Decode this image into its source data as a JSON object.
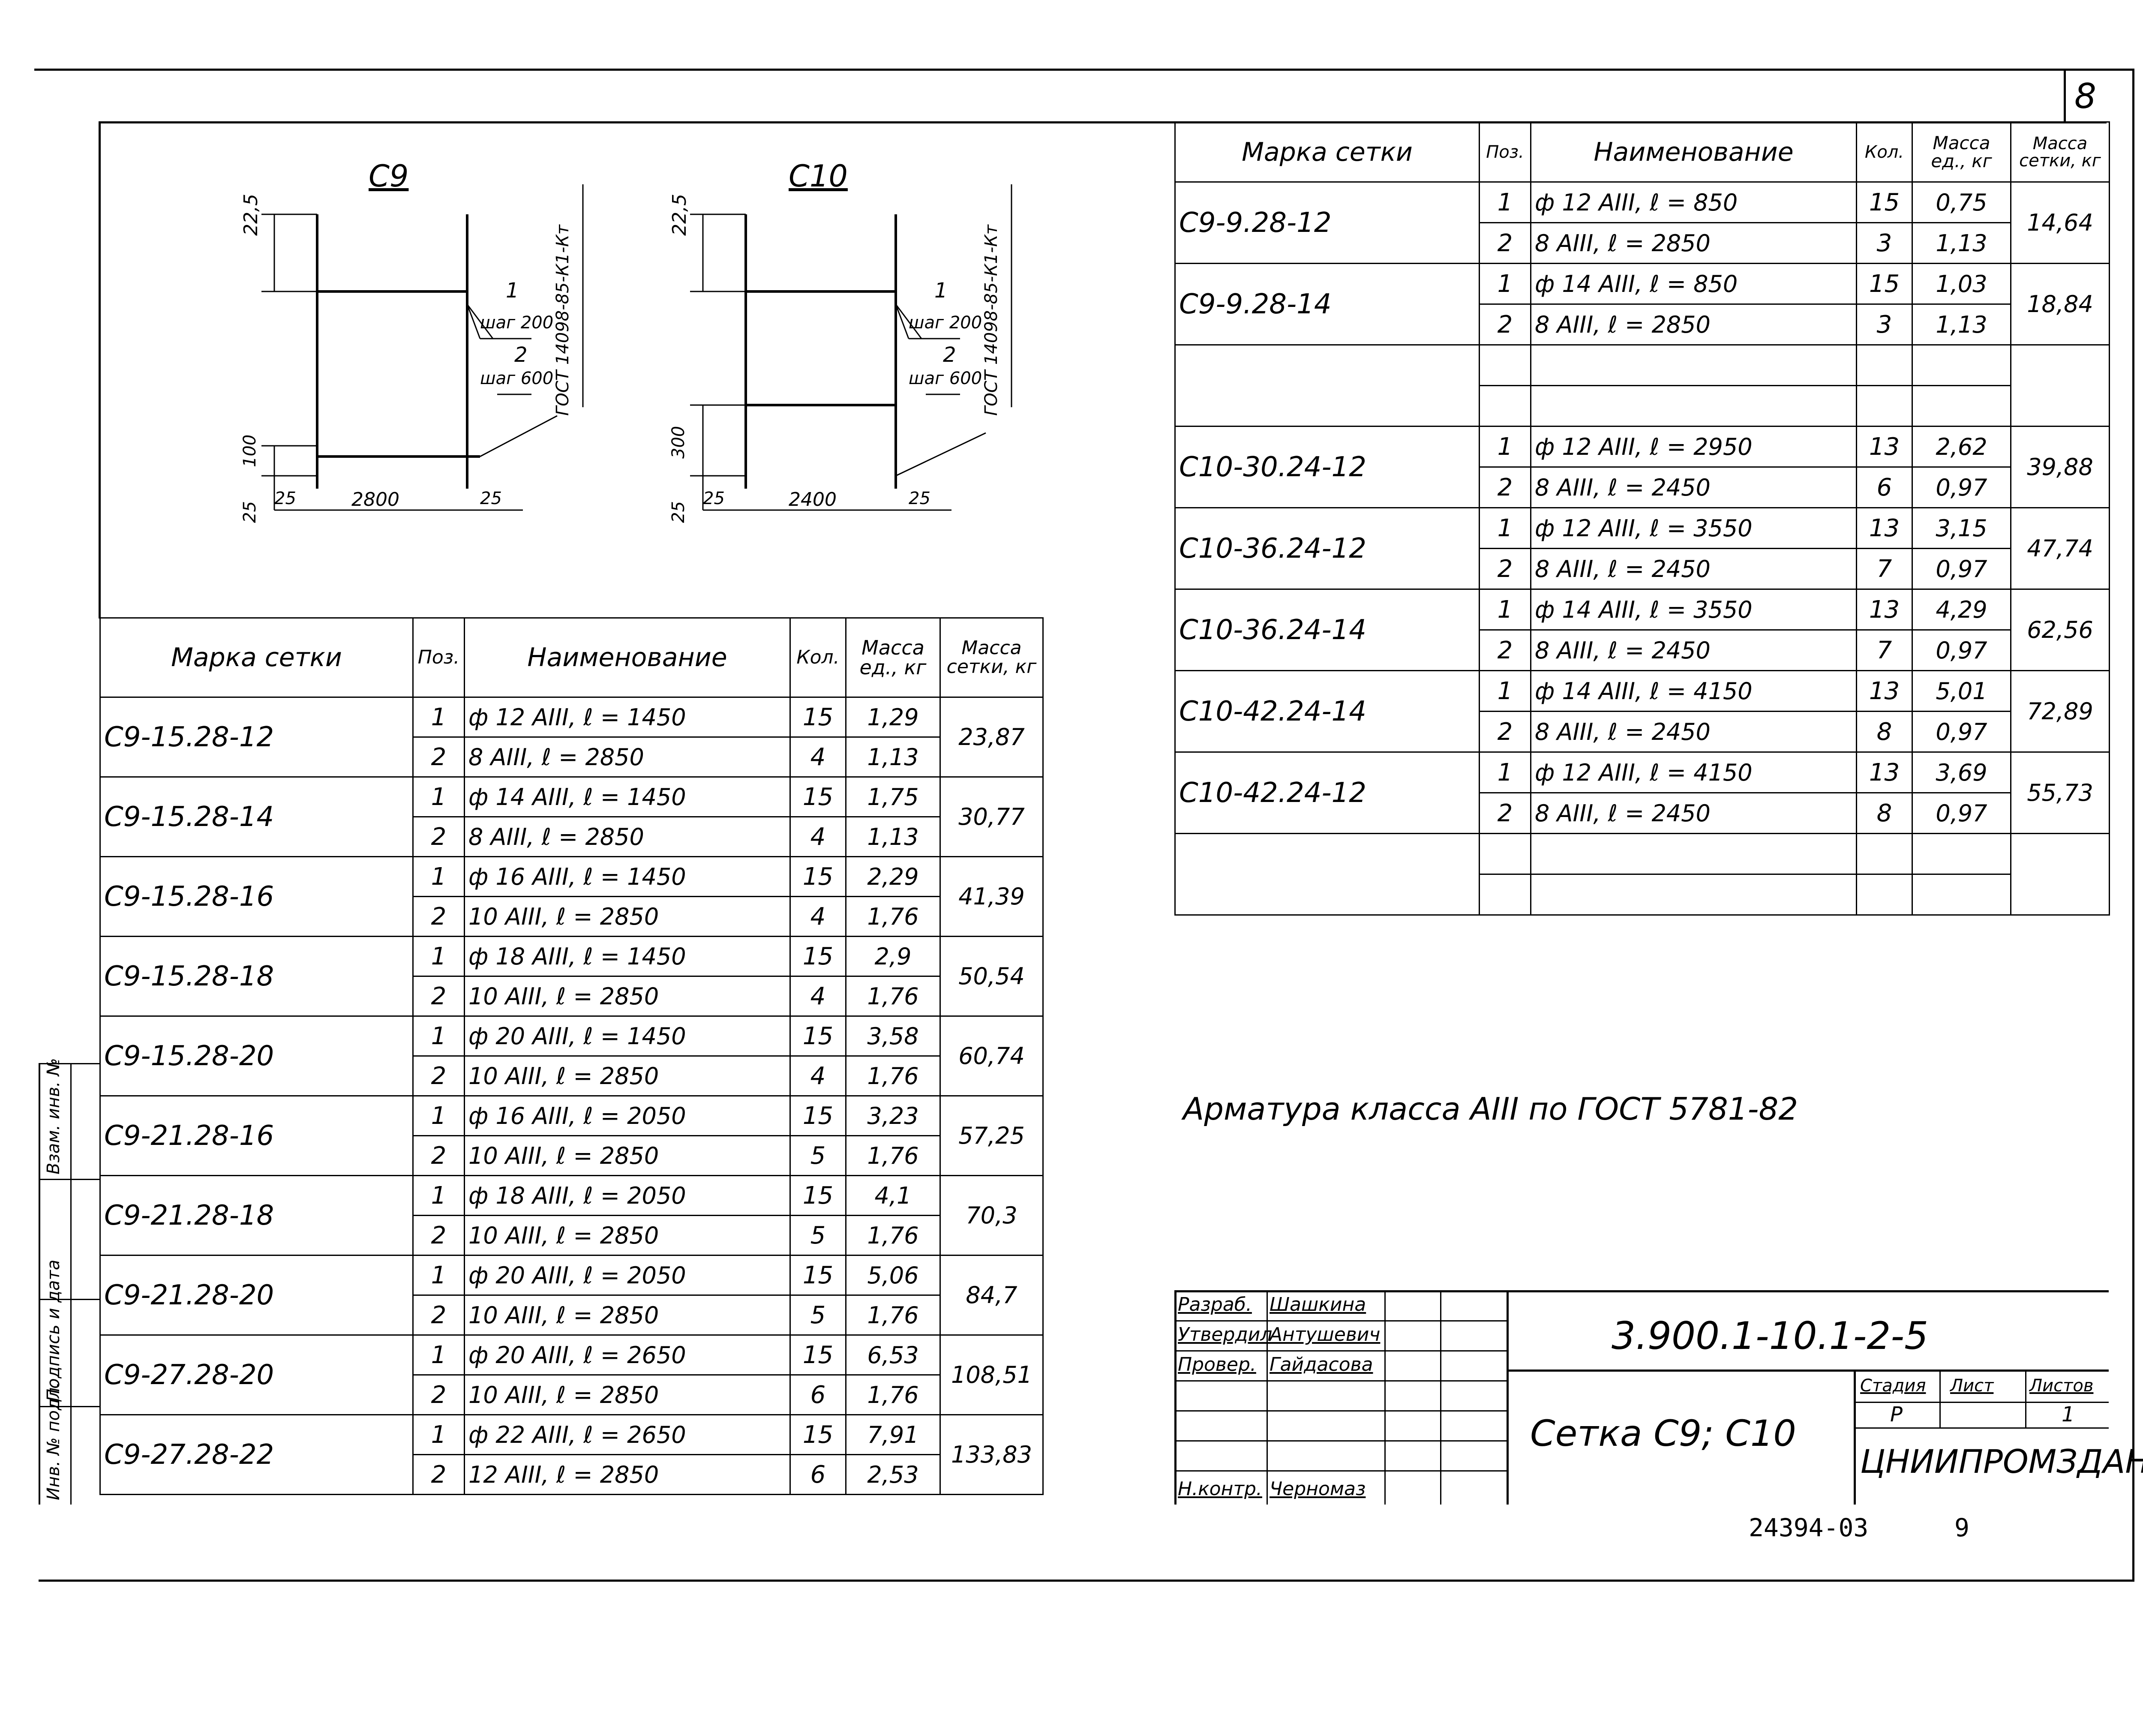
{
  "sheet": {
    "sheet_number": "8",
    "footer_code": "24394-03",
    "footer_page": "9"
  },
  "diagrams": {
    "c9": {
      "title": "С9",
      "dim_top": "22,5",
      "dim_bottom": "100",
      "dim_bottom2": "25",
      "dim_left": "25",
      "dim_width": "2800",
      "dim_right": "25",
      "label_1": "1",
      "label_1_step": "шаг 200",
      "label_2": "2",
      "label_2_step": "шаг 600",
      "gost": "ГОСТ 14098-85-К1-Кт"
    },
    "c10": {
      "title": "С10",
      "dim_top": "22,5",
      "dim_bottom": "300",
      "dim_bottom2": "25",
      "dim_left": "25",
      "dim_width": "2400",
      "dim_right": "25",
      "label_1": "1",
      "label_1_step": "шаг 200",
      "label_2": "2",
      "label_2_step": "шаг 600",
      "gost": "ГОСТ 14098-85-К1-Кт"
    }
  },
  "table_headers": {
    "mark": "Марка сетки",
    "pos": "Поз.",
    "name": "Наименование",
    "qty": "Кол.",
    "mass_unit": "Масса ед., кг",
    "mass_net": "Масса сетки, кг"
  },
  "left_table": [
    {
      "mark": "С9-15.28-12",
      "rows": [
        {
          "pos": "1",
          "name": "ф 12 АIII, ℓ = 1450",
          "qty": "15",
          "mu": "1,29"
        },
        {
          "pos": "2",
          "name": "8 АIII, ℓ = 2850",
          "qty": "4",
          "mu": "1,13"
        }
      ],
      "mass": "23,87"
    },
    {
      "mark": "С9-15.28-14",
      "rows": [
        {
          "pos": "1",
          "name": "ф 14 АIII, ℓ = 1450",
          "qty": "15",
          "mu": "1,75"
        },
        {
          "pos": "2",
          "name": "8 АIII, ℓ = 2850",
          "qty": "4",
          "mu": "1,13"
        }
      ],
      "mass": "30,77"
    },
    {
      "mark": "С9-15.28-16",
      "rows": [
        {
          "pos": "1",
          "name": "ф 16 АIII, ℓ = 1450",
          "qty": "15",
          "mu": "2,29"
        },
        {
          "pos": "2",
          "name": "10 АIII, ℓ = 2850",
          "qty": "4",
          "mu": "1,76"
        }
      ],
      "mass": "41,39"
    },
    {
      "mark": "С9-15.28-18",
      "rows": [
        {
          "pos": "1",
          "name": "ф 18 АIII, ℓ = 1450",
          "qty": "15",
          "mu": "2,9"
        },
        {
          "pos": "2",
          "name": "10 АIII, ℓ = 2850",
          "qty": "4",
          "mu": "1,76"
        }
      ],
      "mass": "50,54"
    },
    {
      "mark": "С9-15.28-20",
      "rows": [
        {
          "pos": "1",
          "name": "ф 20 АIII, ℓ = 1450",
          "qty": "15",
          "mu": "3,58"
        },
        {
          "pos": "2",
          "name": "10 АIII, ℓ = 2850",
          "qty": "4",
          "mu": "1,76"
        }
      ],
      "mass": "60,74"
    },
    {
      "mark": "С9-21.28-16",
      "rows": [
        {
          "pos": "1",
          "name": "ф 16 АIII, ℓ = 2050",
          "qty": "15",
          "mu": "3,23"
        },
        {
          "pos": "2",
          "name": "10 АIII, ℓ = 2850",
          "qty": "5",
          "mu": "1,76"
        }
      ],
      "mass": "57,25"
    },
    {
      "mark": "С9-21.28-18",
      "rows": [
        {
          "pos": "1",
          "name": "ф 18 АIII, ℓ = 2050",
          "qty": "15",
          "mu": "4,1"
        },
        {
          "pos": "2",
          "name": "10 АIII, ℓ = 2850",
          "qty": "5",
          "mu": "1,76"
        }
      ],
      "mass": "70,3"
    },
    {
      "mark": "С9-21.28-20",
      "rows": [
        {
          "pos": "1",
          "name": "ф 20 АIII, ℓ = 2050",
          "qty": "15",
          "mu": "5,06"
        },
        {
          "pos": "2",
          "name": "10 АIII, ℓ = 2850",
          "qty": "5",
          "mu": "1,76"
        }
      ],
      "mass": "84,7"
    },
    {
      "mark": "С9-27.28-20",
      "rows": [
        {
          "pos": "1",
          "name": "ф 20 АIII, ℓ = 2650",
          "qty": "15",
          "mu": "6,53"
        },
        {
          "pos": "2",
          "name": "10 АIII, ℓ = 2850",
          "qty": "6",
          "mu": "1,76"
        }
      ],
      "mass": "108,51"
    },
    {
      "mark": "С9-27.28-22",
      "rows": [
        {
          "pos": "1",
          "name": "ф 22 АIII, ℓ = 2650",
          "qty": "15",
          "mu": "7,91"
        },
        {
          "pos": "2",
          "name": "12 АIII, ℓ = 2850",
          "qty": "6",
          "mu": "2,53"
        }
      ],
      "mass": "133,83"
    }
  ],
  "right_table": [
    {
      "mark": "С9-9.28-12",
      "rows": [
        {
          "pos": "1",
          "name": "ф 12 АIII, ℓ = 850",
          "qty": "15",
          "mu": "0,75"
        },
        {
          "pos": "2",
          "name": "8 АIII, ℓ = 2850",
          "qty": "3",
          "mu": "1,13"
        }
      ],
      "mass": "14,64"
    },
    {
      "mark": "С9-9.28-14",
      "rows": [
        {
          "pos": "1",
          "name": "ф 14 АIII, ℓ = 850",
          "qty": "15",
          "mu": "1,03"
        },
        {
          "pos": "2",
          "name": "8 АIII, ℓ = 2850",
          "qty": "3",
          "mu": "1,13"
        }
      ],
      "mass": "18,84"
    },
    {
      "mark": "",
      "rows": [
        {
          "pos": "",
          "name": "",
          "qty": "",
          "mu": ""
        },
        {
          "pos": "",
          "name": "",
          "qty": "",
          "mu": ""
        }
      ],
      "mass": ""
    },
    {
      "mark": "С10-30.24-12",
      "rows": [
        {
          "pos": "1",
          "name": "ф 12 АIII, ℓ = 2950",
          "qty": "13",
          "mu": "2,62"
        },
        {
          "pos": "2",
          "name": "8 АIII, ℓ = 2450",
          "qty": "6",
          "mu": "0,97"
        }
      ],
      "mass": "39,88"
    },
    {
      "mark": "С10-36.24-12",
      "rows": [
        {
          "pos": "1",
          "name": "ф 12 АIII, ℓ = 3550",
          "qty": "13",
          "mu": "3,15"
        },
        {
          "pos": "2",
          "name": "8 АIII, ℓ = 2450",
          "qty": "7",
          "mu": "0,97"
        }
      ],
      "mass": "47,74"
    },
    {
      "mark": "С10-36.24-14",
      "rows": [
        {
          "pos": "1",
          "name": "ф 14 АIII, ℓ = 3550",
          "qty": "13",
          "mu": "4,29"
        },
        {
          "pos": "2",
          "name": "8 АIII, ℓ = 2450",
          "qty": "7",
          "mu": "0,97"
        }
      ],
      "mass": "62,56"
    },
    {
      "mark": "С10-42.24-14",
      "rows": [
        {
          "pos": "1",
          "name": "ф 14 АIII, ℓ = 4150",
          "qty": "13",
          "mu": "5,01"
        },
        {
          "pos": "2",
          "name": "8 АIII, ℓ = 2450",
          "qty": "8",
          "mu": "0,97"
        }
      ],
      "mass": "72,89"
    },
    {
      "mark": "С10-42.24-12",
      "rows": [
        {
          "pos": "1",
          "name": "ф 12 АIII, ℓ = 4150",
          "qty": "13",
          "mu": "3,69"
        },
        {
          "pos": "2",
          "name": "8 АIII, ℓ = 2450",
          "qty": "8",
          "mu": "0,97"
        }
      ],
      "mass": "55,73"
    },
    {
      "mark": "",
      "rows": [
        {
          "pos": "",
          "name": "",
          "qty": "",
          "mu": ""
        },
        {
          "pos": "",
          "name": "",
          "qty": "",
          "mu": ""
        }
      ],
      "mass": ""
    }
  ],
  "note": "Арматура класса АIII по ГОСТ 5781-82",
  "side_stamp": [
    "Инв. № подл.",
    "Подпись и дата",
    "Взам. инв. №"
  ],
  "title_block": {
    "doc_code": "3.900.1-10.1-2-5",
    "title": "Сетка С9; С10",
    "org": "ЦНИИПРОМЗДАНИЙ",
    "stage_label": "Стадия",
    "sheet_label": "Лист",
    "sheets_label": "Листов",
    "stage": "Р",
    "sheets": "1",
    "roles": [
      {
        "role": "Разраб.",
        "name": "Шашкина"
      },
      {
        "role": "Утвердил",
        "name": "Антушевич"
      },
      {
        "role": "Провер.",
        "name": "Гайдасова"
      },
      {
        "role": "",
        "name": ""
      },
      {
        "role": "",
        "name": ""
      },
      {
        "role": "",
        "name": ""
      },
      {
        "role": "Н.контр.",
        "name": "Черномаз"
      }
    ]
  }
}
